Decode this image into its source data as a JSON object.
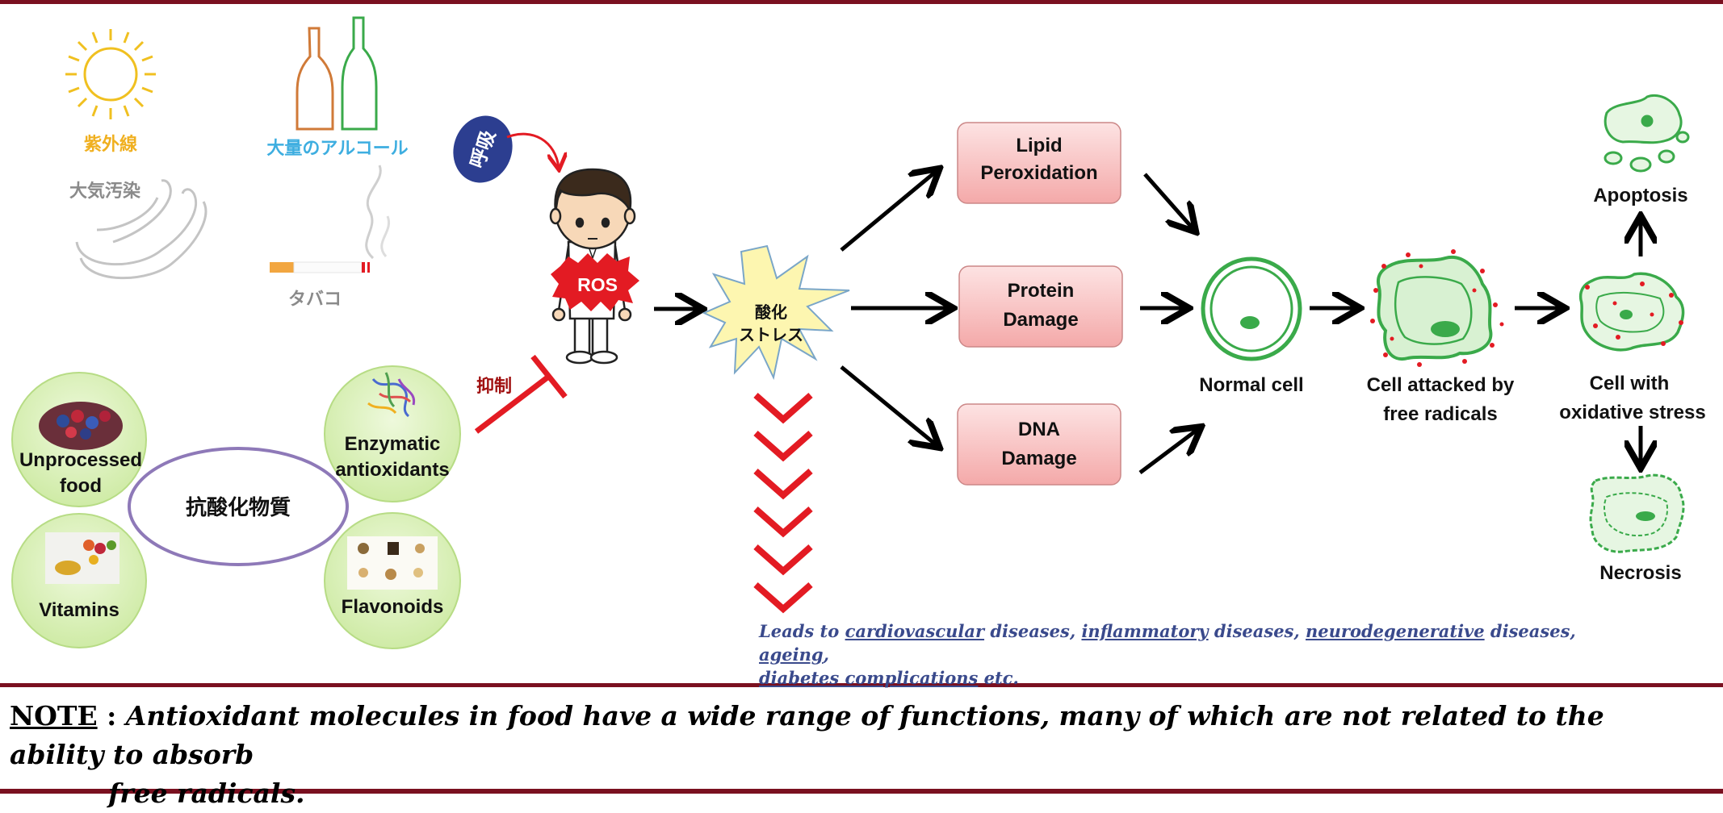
{
  "sources": {
    "uv": "紫外線",
    "air_pollution": "大気汚染",
    "alcohol": "大量のアルコール",
    "tobacco": "タバコ",
    "respiration": "呼吸"
  },
  "ros_label": "ROS",
  "inhibit_label": "抑制",
  "antioxidants": {
    "center": "抗酸化物質",
    "unprocessed": [
      "Unprocessed",
      "food"
    ],
    "vitamins": "Vitamins",
    "enzymatic": [
      "Enzymatic",
      "antioxidants"
    ],
    "flavonoids": "Flavonoids"
  },
  "oxidative_stress": [
    "酸化",
    "ストレス"
  ],
  "damage": {
    "lipid": [
      "Lipid",
      "Peroxidation"
    ],
    "protein": [
      "Protein",
      "Damage"
    ],
    "dna": [
      "DNA",
      "Damage"
    ]
  },
  "cells": {
    "normal": "Normal cell",
    "attacked": [
      "Cell attacked by",
      "free radicals"
    ],
    "stressed": [
      "Cell with",
      "oxidative stress"
    ],
    "apoptosis": "Apoptosis",
    "necrosis": "Necrosis"
  },
  "leads": {
    "p1": "Leads to ",
    "l1": "cardiovascular",
    "p2": " diseases, ",
    "l2": "inflammatory",
    "p3": " diseases, ",
    "l3": "neurodegenerative",
    "p4": " diseases, ",
    "l4": "ageing",
    "p5": ",",
    "l5": "diabetes complications",
    "p6": " etc."
  },
  "note": {
    "label": "NOTE",
    "colon": " : ",
    "line1": "Antioxidant molecules in food have a wide range of functions, many of  which are not related to the ability  to absorb",
    "line2": "free radicals."
  },
  "colors": {
    "frame": "#7a1020",
    "arrow_red": "#e31b23",
    "cell_green": "#3aaa4a",
    "circle_fill": "#d8f0b4",
    "box_fill": "#f8c4c4",
    "ellipse": "#8e79b8",
    "link_blue": "#3a4a8c"
  }
}
